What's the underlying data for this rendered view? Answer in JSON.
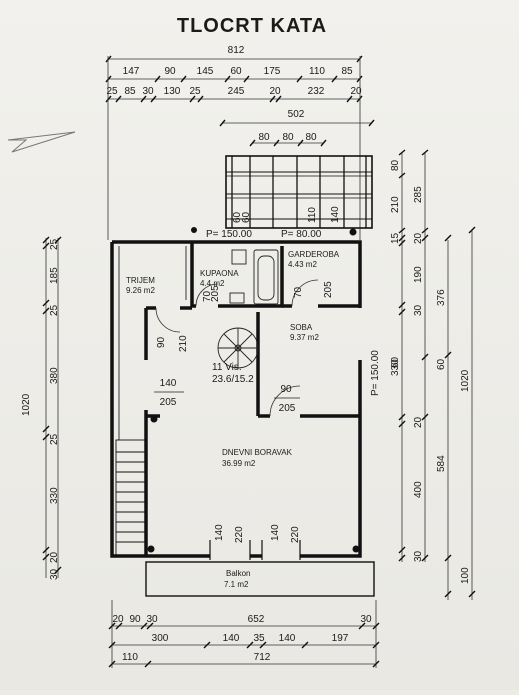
{
  "title": "TLOCRT KATA",
  "top": {
    "overall": "812",
    "row1": [
      "147",
      "90",
      "145",
      "60",
      "175",
      "110",
      "85"
    ],
    "row2": [
      "25",
      "85",
      "30",
      "130",
      "25",
      "245",
      "20",
      "232",
      "20"
    ],
    "pergola_overall": "502",
    "pergola_parts": [
      "80",
      "80",
      "80"
    ]
  },
  "pergola_right": [
    "80",
    "210",
    "285"
  ],
  "pergola_inner": [
    "60",
    "60",
    "110",
    "140"
  ],
  "p_labels": {
    "top_left": "P= 150.00",
    "top_mid": "P= 80.00",
    "right": "P= 150.00"
  },
  "left": {
    "overall": "1020",
    "parts": [
      "25",
      "185",
      "25",
      "380",
      "25",
      "330",
      "20"
    ],
    "bottom_extra": "30",
    "top_extra": "25"
  },
  "right": {
    "overall_a": "1020",
    "parts_a": [
      "15",
      "20",
      "190",
      "30",
      "330",
      "20",
      "400",
      "30"
    ],
    "mid": "376",
    "mid2": "60",
    "extra": "584",
    "extra2": "100",
    "extra3": "60"
  },
  "rooms": {
    "trijem": {
      "name": "TRIJEM",
      "area": "9.26 m2"
    },
    "kupaona": {
      "name": "KUPAONA",
      "area": "4.4 m2"
    },
    "garderoba": {
      "name": "GARDEROBA",
      "area": "4.43 m2"
    },
    "soba": {
      "name": "SOBA",
      "area": "9.37 m2"
    },
    "stair": {
      "name": "11 Vis.",
      "area": "23.6/15.2"
    },
    "dnevni": {
      "name": "DNEVNI BORAVAK",
      "area": "36.99 m2"
    },
    "balkon": {
      "name": "Balkon",
      "area": "7.1 m2"
    }
  },
  "openings": {
    "kupaona_door": [
      "70",
      "205"
    ],
    "garderoba_door": [
      "70",
      "205"
    ],
    "stair_door": [
      "90",
      "210"
    ],
    "left_window": [
      "140",
      "205"
    ],
    "soba_door": [
      "90",
      "205"
    ],
    "balcony_doors": [
      "140",
      "220",
      "140",
      "220"
    ]
  },
  "bottom": {
    "row1": [
      "20",
      "90",
      "30",
      "652",
      "30"
    ],
    "row2": [
      "300",
      "140",
      "35",
      "140",
      "197"
    ],
    "row3": [
      "110",
      "712"
    ]
  }
}
